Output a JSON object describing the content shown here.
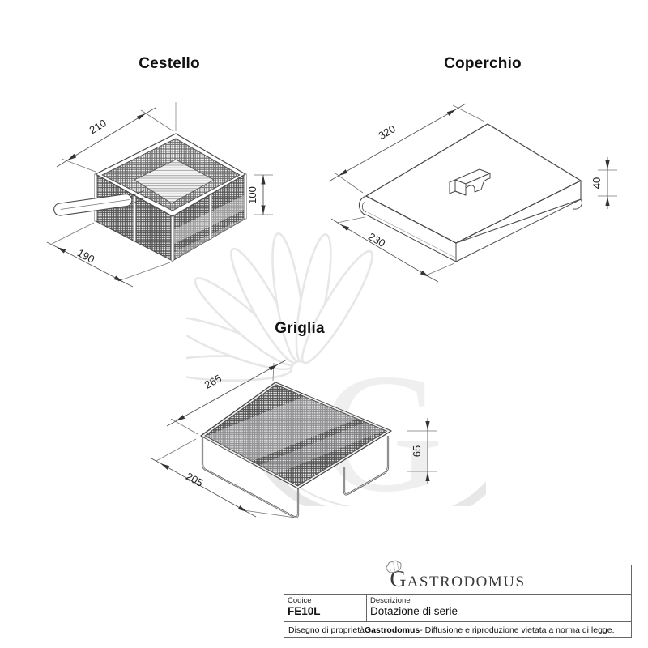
{
  "drawings": {
    "cestello": {
      "title": "Cestello",
      "dim_width": "210",
      "dim_depth": "190",
      "dim_height": "100"
    },
    "coperchio": {
      "title": "Coperchio",
      "dim_width": "320",
      "dim_depth": "230",
      "dim_height": "40"
    },
    "griglia": {
      "title": "Griglia",
      "dim_width": "265",
      "dim_depth": "205",
      "dim_height": "65"
    }
  },
  "watermark": {
    "letter": "G",
    "color": "#ededed",
    "icon": "chef-hat-watermark"
  },
  "title_block": {
    "logo": {
      "initial": "G",
      "rest": "ASTRODOMUS",
      "icon": "chef-hat-icon",
      "color": "#3a3a3a"
    },
    "codice_label": "Codice",
    "codice_value": "FE10L",
    "descrizione_label": "Descrizione",
    "descrizione_value": "Dotazione di serie",
    "footer_prefix": "Disegno di proprietà ",
    "footer_brand": "Gastrodomus",
    "footer_suffix": " - Diffusione e riproduzione vietata a norma di legge."
  },
  "colors": {
    "line": "#4a4a4a",
    "dim_line": "#666666",
    "mesh": "#565656"
  }
}
